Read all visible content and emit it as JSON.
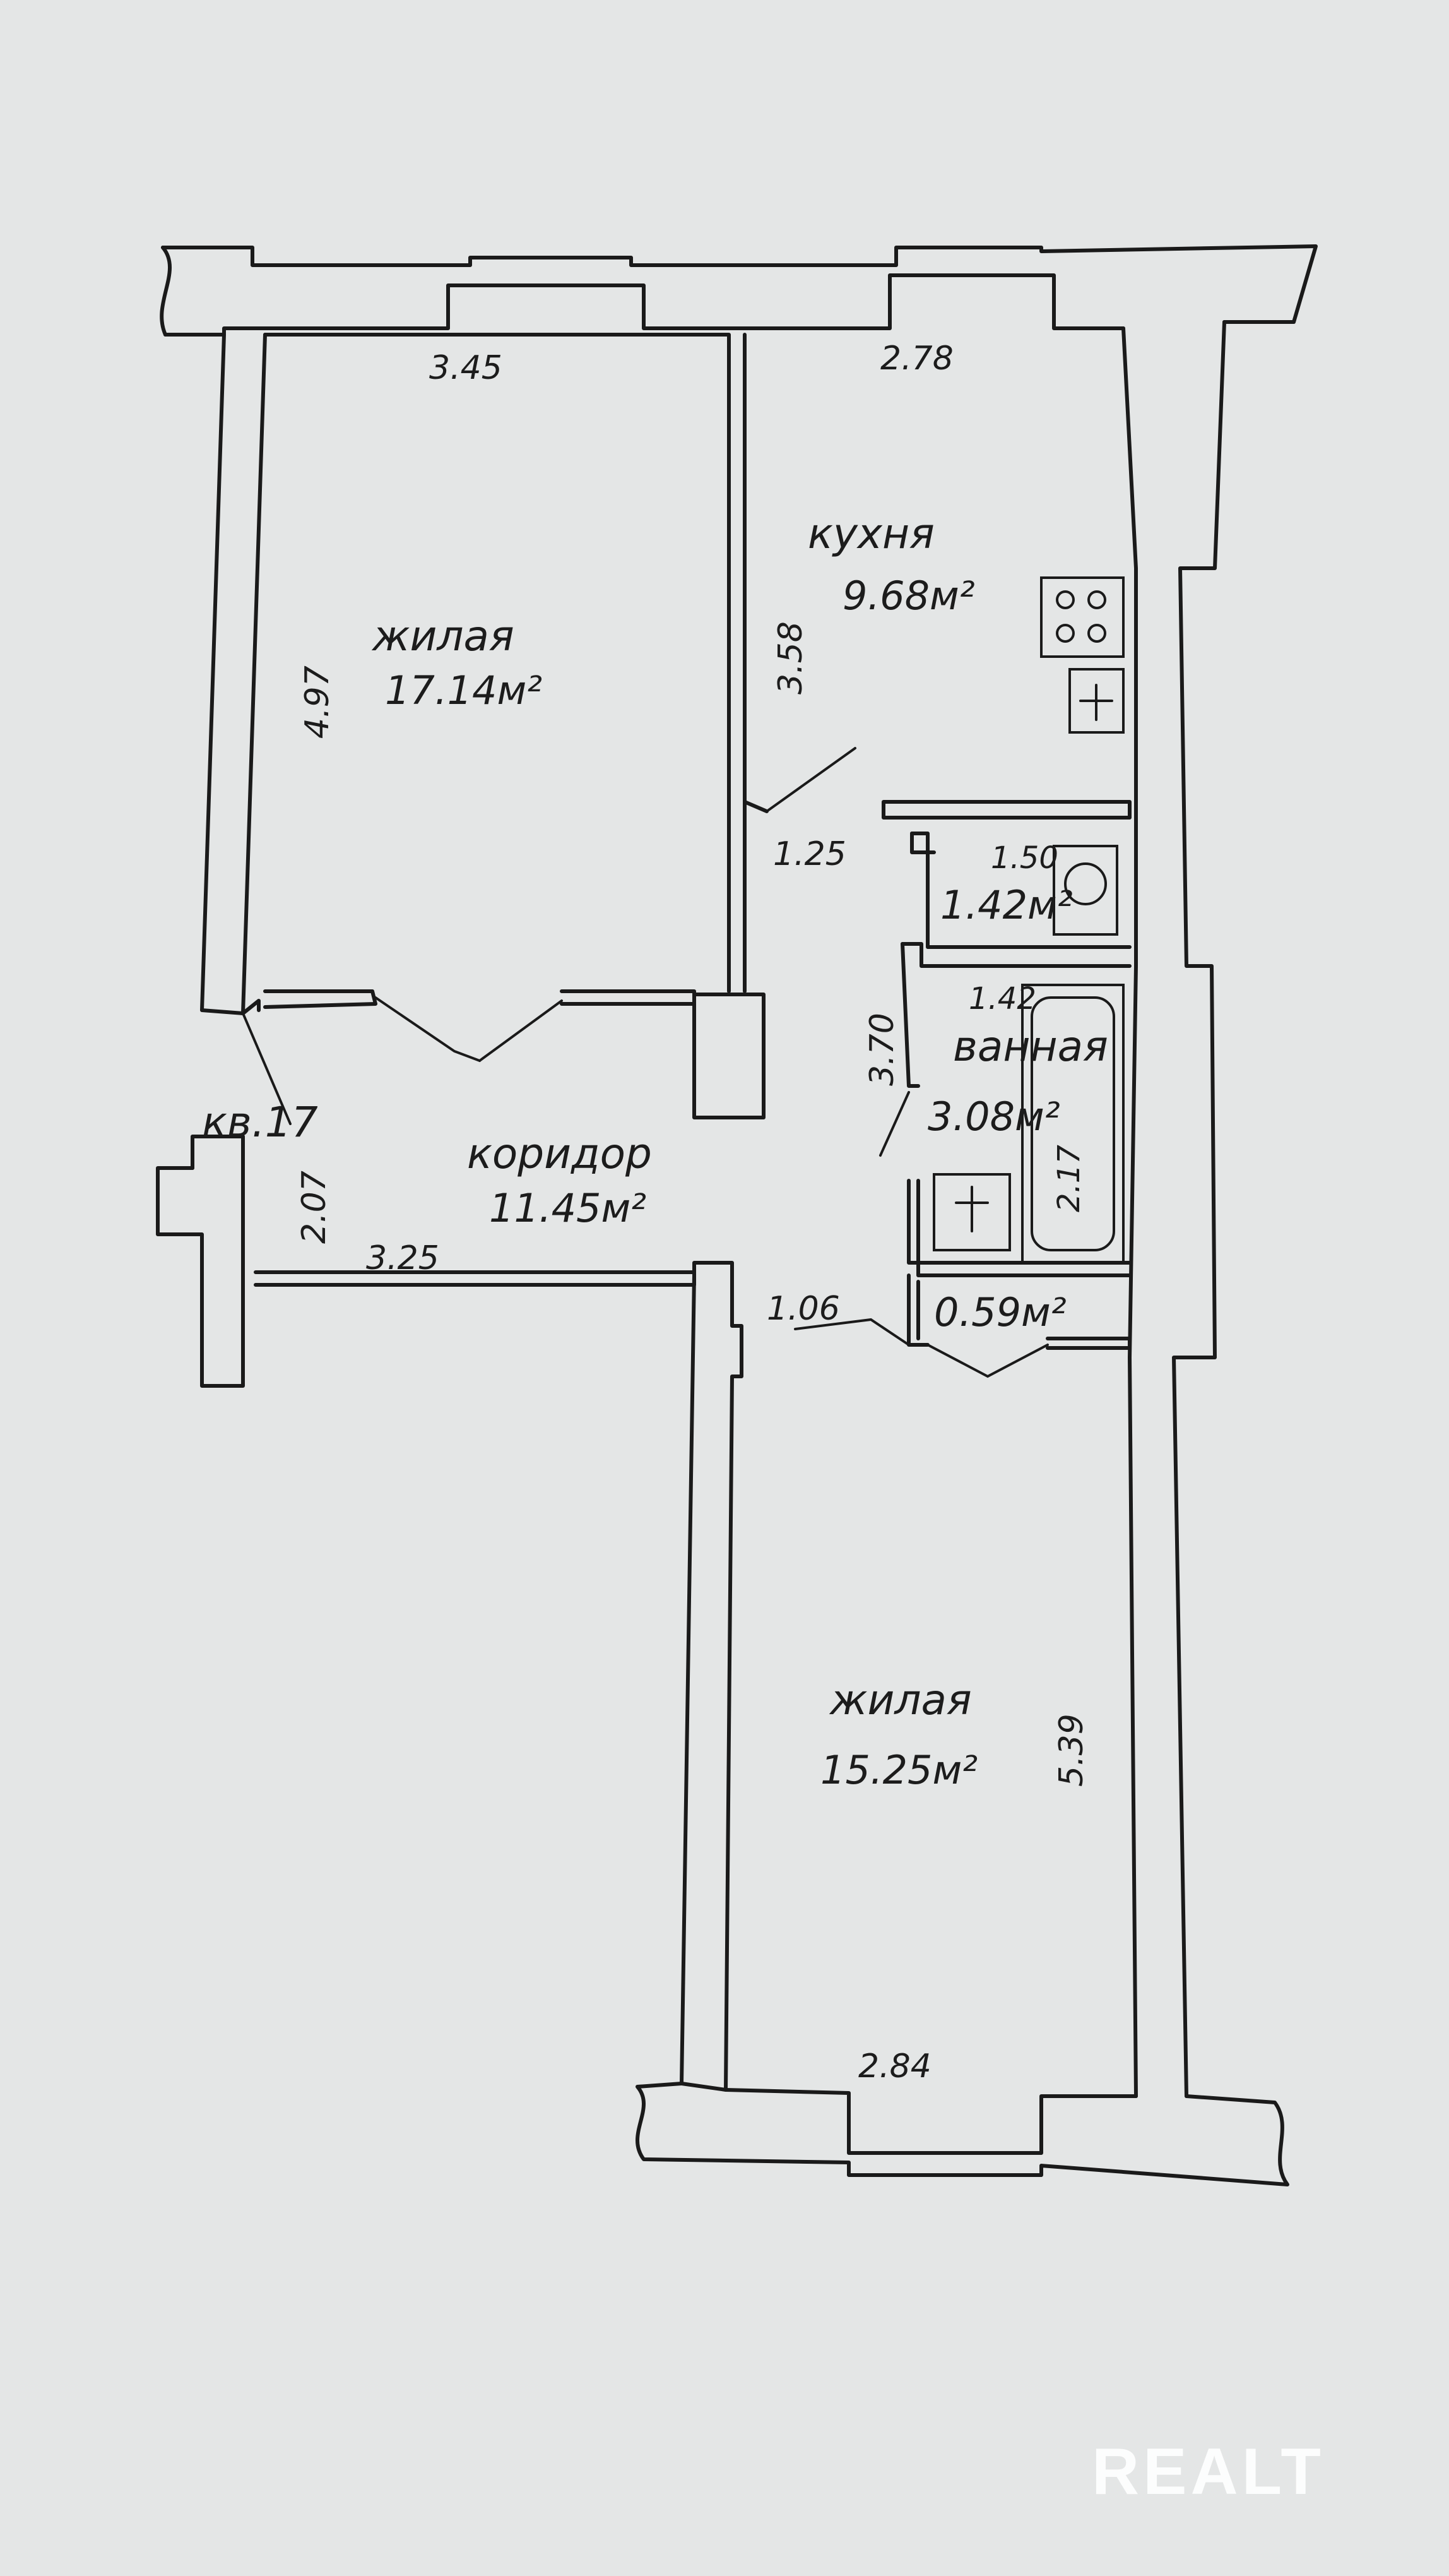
{
  "apartment": {
    "label": "кв.17"
  },
  "rooms": {
    "living1": {
      "name": "жилая",
      "area": "17.14м²"
    },
    "kitchen": {
      "name": "кухня",
      "area": "9.68м²"
    },
    "wc": {
      "area": "1.42м²"
    },
    "bath": {
      "name": "ванная",
      "area": "3.08м²"
    },
    "closet": {
      "area": "0.59м²"
    },
    "corridor": {
      "name": "коридор",
      "area": "11.45м²"
    },
    "living2": {
      "name": "жилая",
      "area": "15.25м²"
    }
  },
  "dimensions": {
    "living1_width": "3.45",
    "living1_length": "4.97",
    "kitchen_width": "2.78",
    "kitchen_length": "3.58",
    "kitchen_door": "1.25",
    "wc_width": "1.50",
    "bath_width": "1.42",
    "bath_length": "2.17",
    "corridor_length": "3.70",
    "corridor_width": "2.07",
    "corridor_bottom": "3.25",
    "door_width": "1.06",
    "living2_length": "5.39",
    "living2_width": "2.84"
  },
  "watermark": {
    "text": "REALT"
  }
}
